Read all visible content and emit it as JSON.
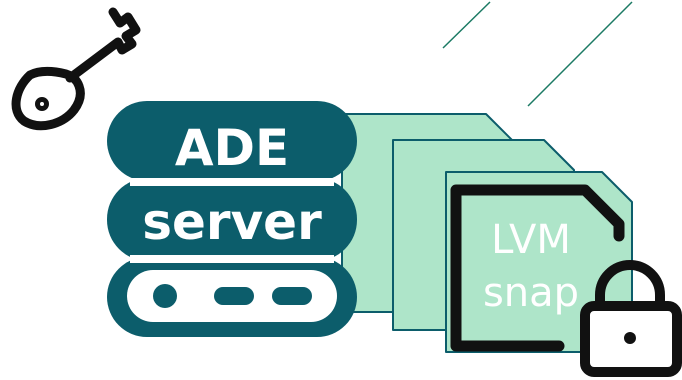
{
  "server": {
    "line1": "ADE",
    "line2": "server"
  },
  "snapshot": {
    "line1": "LVM",
    "line2": "snap"
  },
  "icons": {
    "key": "key-icon",
    "lock": "padlock-icon",
    "drive_status": "status-lights-icon"
  },
  "colors": {
    "server": "#0c5d6b",
    "snapshot_fill": "#aee5c9",
    "snapshot_outline": "#0c5d6b",
    "icon_stroke": "#111111",
    "accent_line": "#1b7a64"
  }
}
